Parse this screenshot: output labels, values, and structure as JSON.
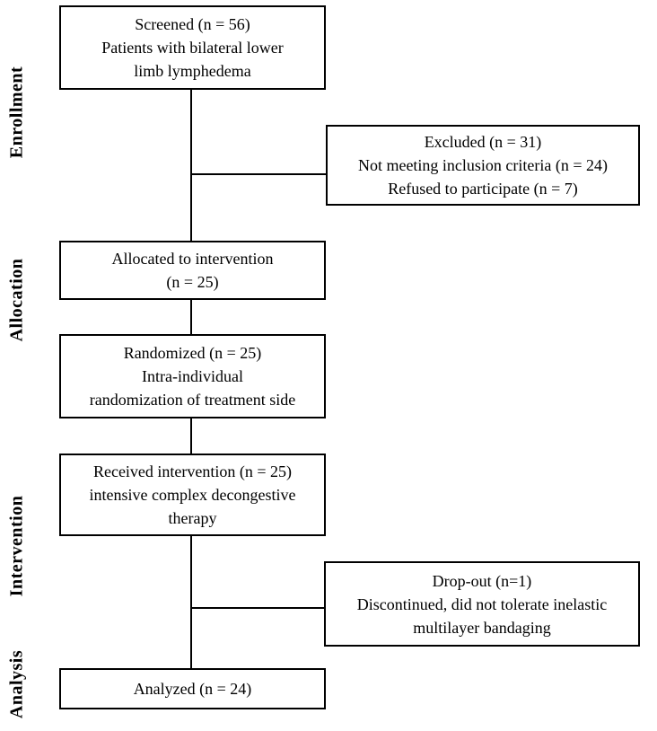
{
  "stages": {
    "enrollment": "Enrollment",
    "allocation": "Allocation",
    "intervention": "Intervention",
    "analysis": "Analysis"
  },
  "boxes": {
    "screened": {
      "lines": [
        "Screened (n = 56)",
        "Patients with bilateral lower",
        "limb lymphedema"
      ]
    },
    "excluded": {
      "lines": [
        "Excluded (n = 31)",
        "Not meeting inclusion criteria (n = 24)",
        "Refused to participate (n = 7)"
      ]
    },
    "allocated": {
      "lines": [
        "Allocated to intervention",
        "(n = 25)"
      ]
    },
    "randomized": {
      "lines": [
        "Randomized (n = 25)",
        "Intra-individual",
        "randomization of treatment side"
      ]
    },
    "received": {
      "lines": [
        "Received intervention (n = 25)",
        "intensive complex decongestive",
        "therapy"
      ]
    },
    "dropout": {
      "lines": [
        "Drop-out (n=1)",
        "Discontinued, did not tolerate inelastic",
        "multilayer bandaging"
      ]
    },
    "analyzed": {
      "lines": [
        "Analyzed (n = 24)"
      ]
    }
  },
  "colors": {
    "background": "#ffffff",
    "line": "#000000",
    "text": "#000000"
  }
}
